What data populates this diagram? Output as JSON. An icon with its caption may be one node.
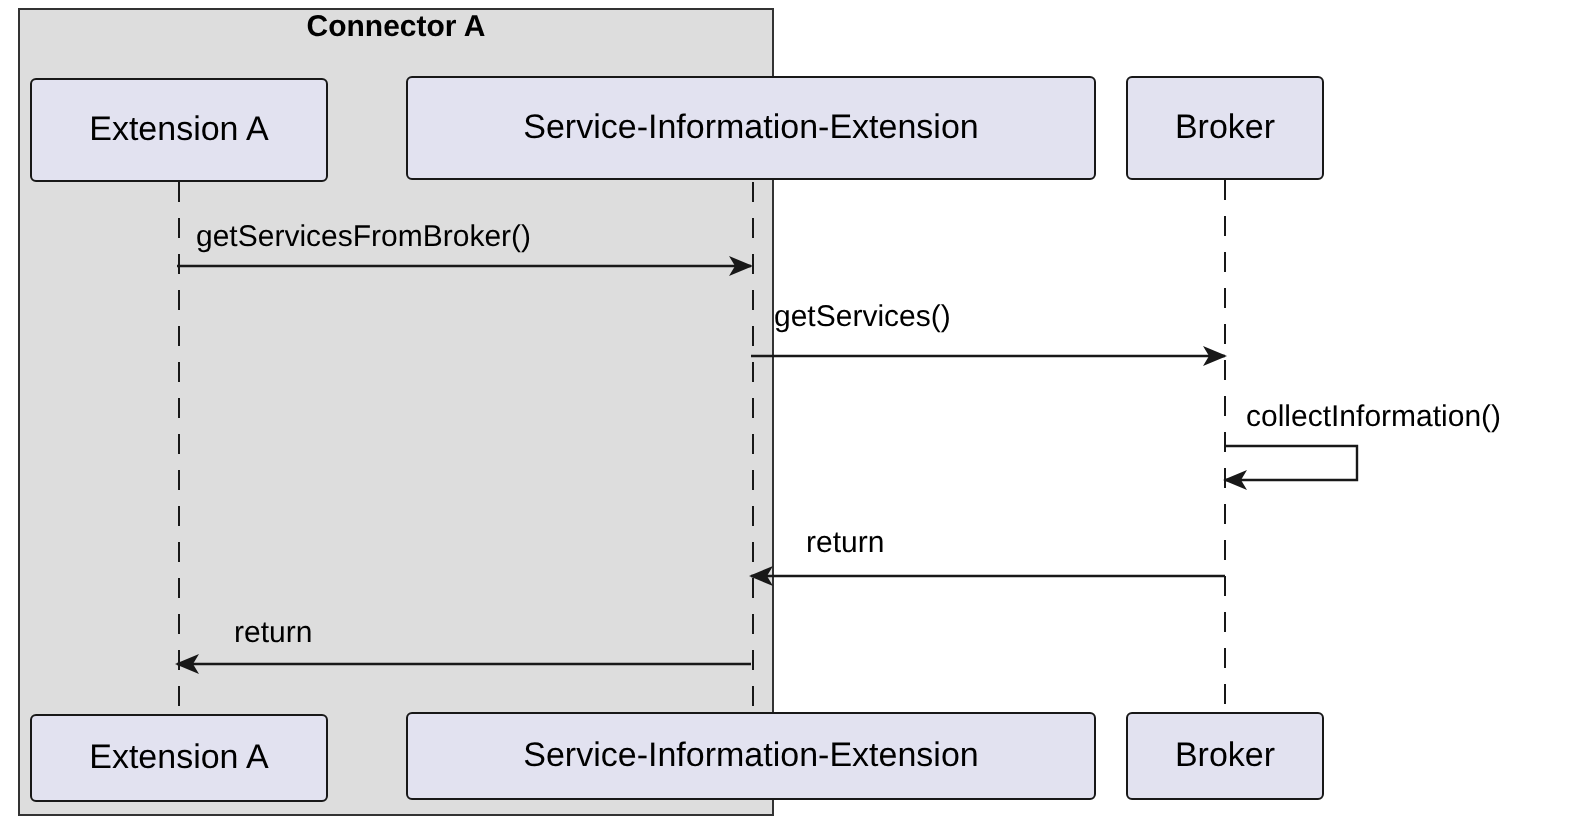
{
  "diagram": {
    "nodes": [
      {
        "text": [
          "Connector A"
        ]
      },
      {
        "text": [
          "Extension A"
        ],
        "in": 0
      },
      {
        "text": [
          "Service-Information-Extension"
        ]
      },
      {
        "text": [
          "Broker"
        ]
      },
      {
        "text": [
          "Extension A"
        ],
        "in": 0
      },
      {
        "text": [
          "Service-Information-Extension"
        ]
      },
      {
        "text": [
          "Broker"
        ]
      },
      {
        "text": [],
        "shape": "line",
        "in": 0
      },
      {
        "text": [],
        "shape": "line",
        "in": 0
      },
      {
        "text": [],
        "shape": "line"
      }
    ],
    "edges": [
      {
        "from": 7,
        "to": 8,
        "arrow": "to",
        "label": "getServicesFromBroker()"
      },
      {
        "from": 8,
        "to": 9,
        "arrow": "to",
        "label": "getServices()"
      },
      {
        "from": 9,
        "to": 9,
        "arrow": "to",
        "label": "collectInformation()"
      },
      {
        "from": 9,
        "to": 8,
        "arrow": "to",
        "label": "return"
      },
      {
        "from": 8,
        "to": 7,
        "arrow": "to",
        "label": "return"
      }
    ]
  }
}
